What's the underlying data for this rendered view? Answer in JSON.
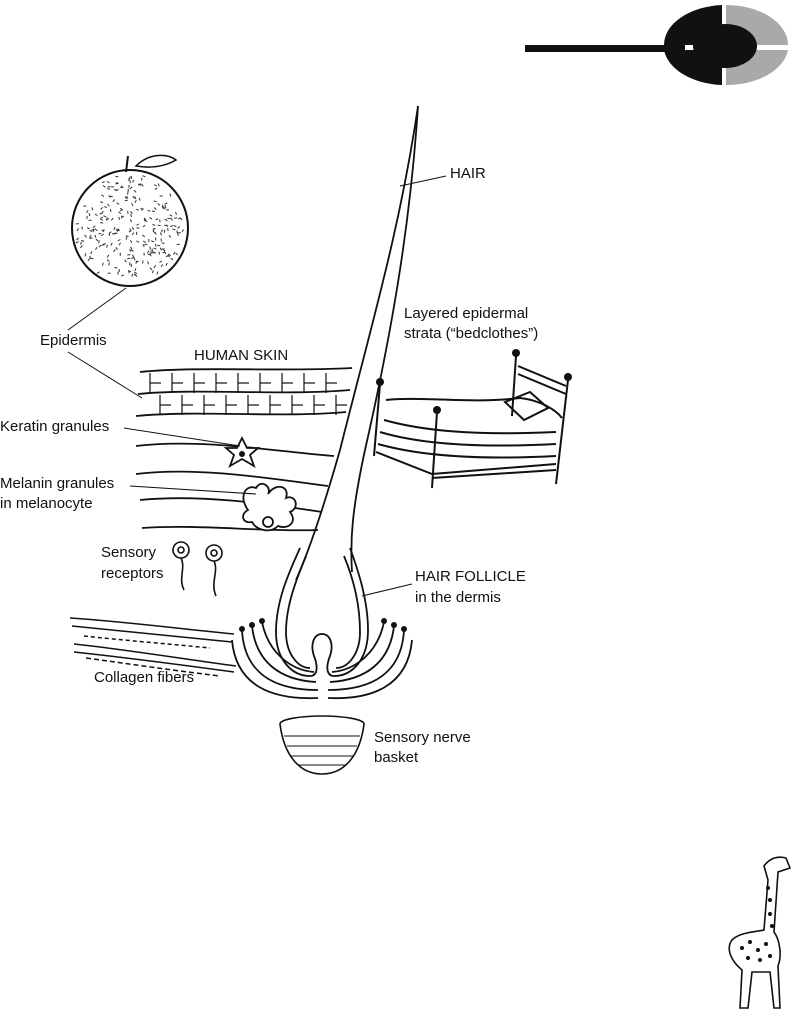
{
  "labels": {
    "hair": "HAIR",
    "bed_line1": "Layered epidermal",
    "bed_line2": "strata (“bedclothes”)",
    "epidermis": "Epidermis",
    "human_skin": "HUMAN SKIN",
    "keratin": "Keratin granules",
    "melanin_line1": "Melanin granules",
    "melanin_line2": "in melanocyte",
    "sensory_line1": "Sensory",
    "sensory_line2": "receptors",
    "follicle_line1": "HAIR FOLLICLE",
    "follicle_line2": "in the dermis",
    "collagen": "Collagen fibers",
    "basket_line1": "Sensory nerve",
    "basket_line2": "basket"
  },
  "colors": {
    "ink": "#111111",
    "gray": "#a9a9a9",
    "paper": "#ffffff"
  },
  "icons": [
    "header-logo",
    "orange-illustration",
    "bed-illustration",
    "basket-illustration",
    "giraffe-illustration"
  ]
}
